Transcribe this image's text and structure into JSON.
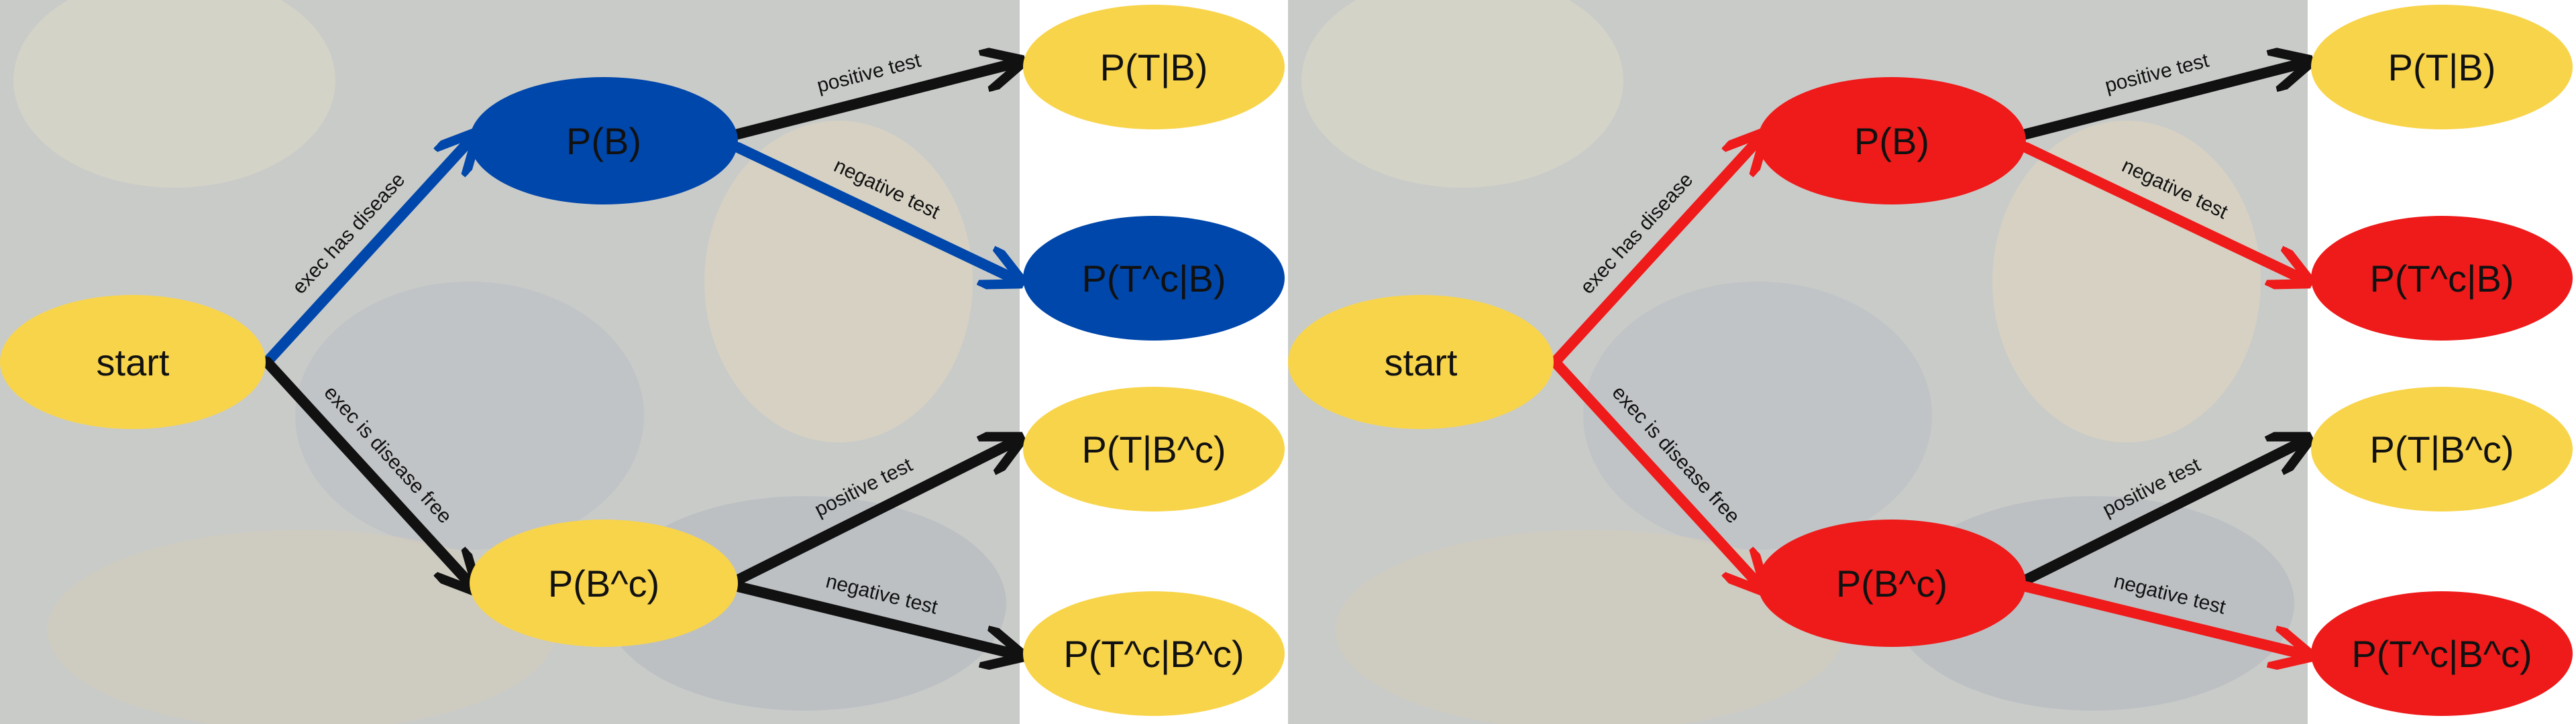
{
  "colors": {
    "yellow": "#F8D44A",
    "blue": "#0047AB",
    "red": "#EF1A1A",
    "black": "#111111",
    "panel_bg": "#C9CBC9",
    "white_strip": "#FFFFFF"
  },
  "panels": [
    {
      "highlight": "blue",
      "nodes": {
        "start": "start",
        "b": "P(B)",
        "bc": "P(B^c)",
        "tb": "P(T|B)",
        "tcb": "P(T^c|B)",
        "tbc": "P(T|B^c)",
        "tcbc": "P(T^c|B^c)"
      },
      "edges": {
        "to_b": "exec has disease",
        "to_bc": "exec is disease free",
        "b_pos": "positive test",
        "b_neg": "negative test",
        "bc_pos": "positive test",
        "bc_neg": "negative test"
      }
    },
    {
      "highlight": "red",
      "nodes": {
        "start": "start",
        "b": "P(B)",
        "bc": "P(B^c)",
        "tb": "P(T|B)",
        "tcb": "P(T^c|B)",
        "tbc": "P(T|B^c)",
        "tcbc": "P(T^c|B^c)"
      },
      "edges": {
        "to_b": "exec has disease",
        "to_bc": "exec is disease free",
        "b_pos": "positive test",
        "b_neg": "negative test",
        "bc_pos": "positive test",
        "bc_neg": "negative test"
      }
    }
  ]
}
